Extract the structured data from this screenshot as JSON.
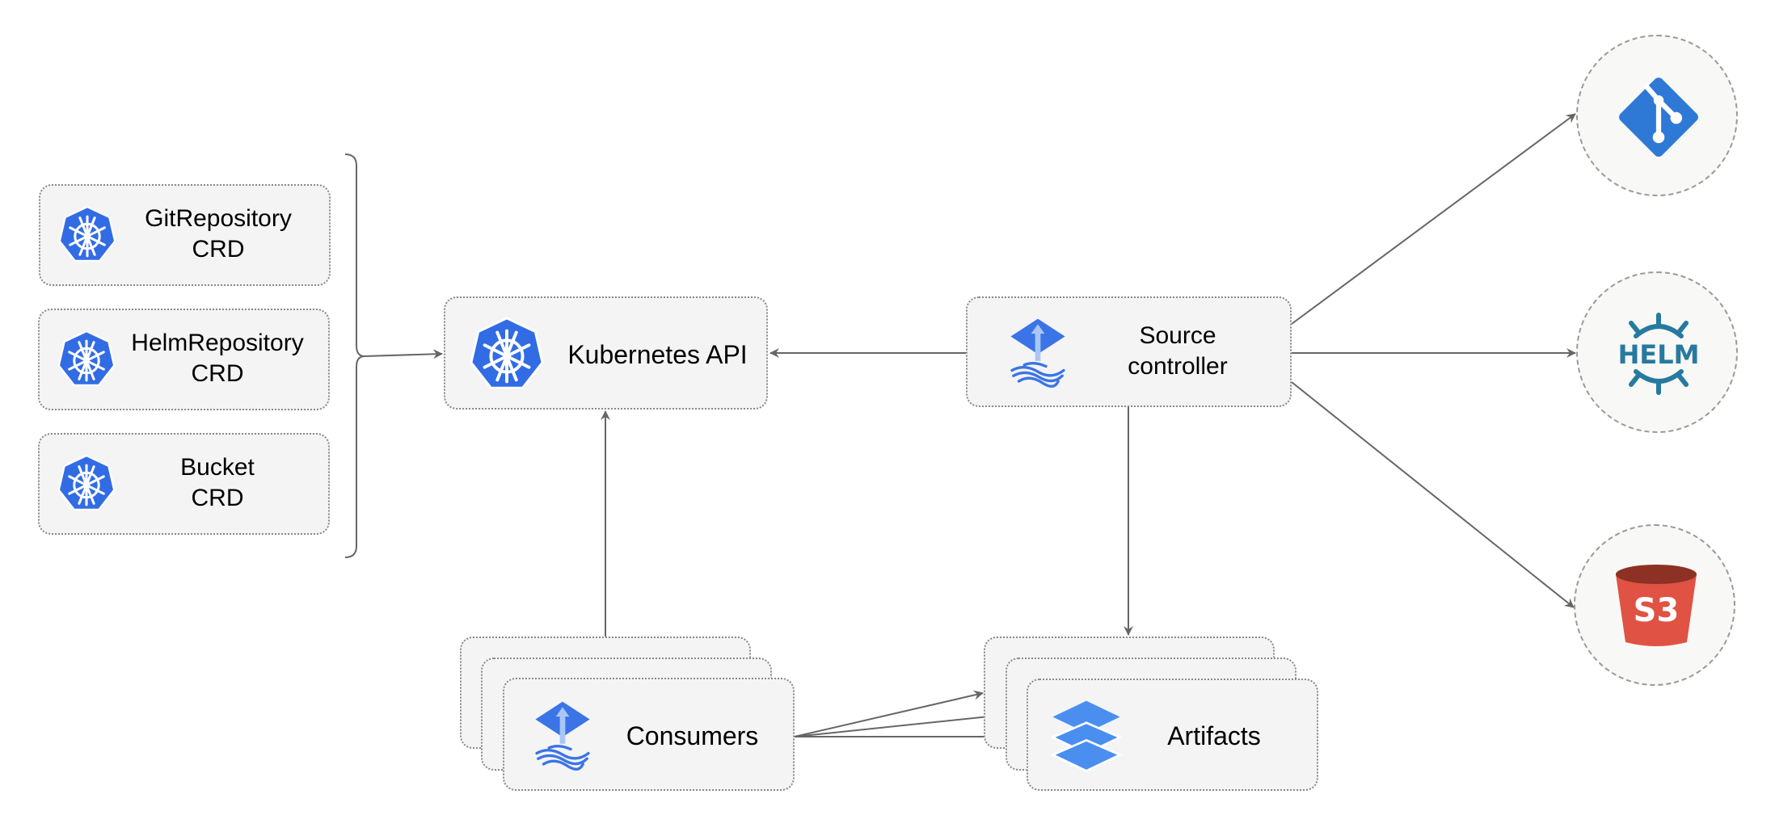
{
  "crds": [
    {
      "name": "GitRepository",
      "sub": "CRD"
    },
    {
      "name": "HelmRepository",
      "sub": "CRD"
    },
    {
      "name": "Bucket",
      "sub": "CRD"
    }
  ],
  "kubernetes_api": {
    "label": "Kubernetes API",
    "icon": "kubernetes-icon"
  },
  "source_controller": {
    "line1": "Source",
    "line2": "controller",
    "icon": "flux-icon"
  },
  "consumers": {
    "label": "Consumers",
    "icon": "flux-icon"
  },
  "artifacts": {
    "label": "Artifacts",
    "icon": "layers-icon"
  },
  "sources": [
    {
      "name": "git",
      "icon": "git-icon"
    },
    {
      "name": "helm",
      "icon": "helm-icon",
      "text": "HELM"
    },
    {
      "name": "s3",
      "icon": "s3-bucket-icon",
      "text": "S3"
    }
  ],
  "colors": {
    "kubernetes": "#326ce5",
    "flux": "#3b74e6",
    "git": "#2f79d6",
    "helm": "#277a9f",
    "s3_body": "#e05243",
    "s3_top": "#8c3123",
    "edge": "#666666"
  }
}
